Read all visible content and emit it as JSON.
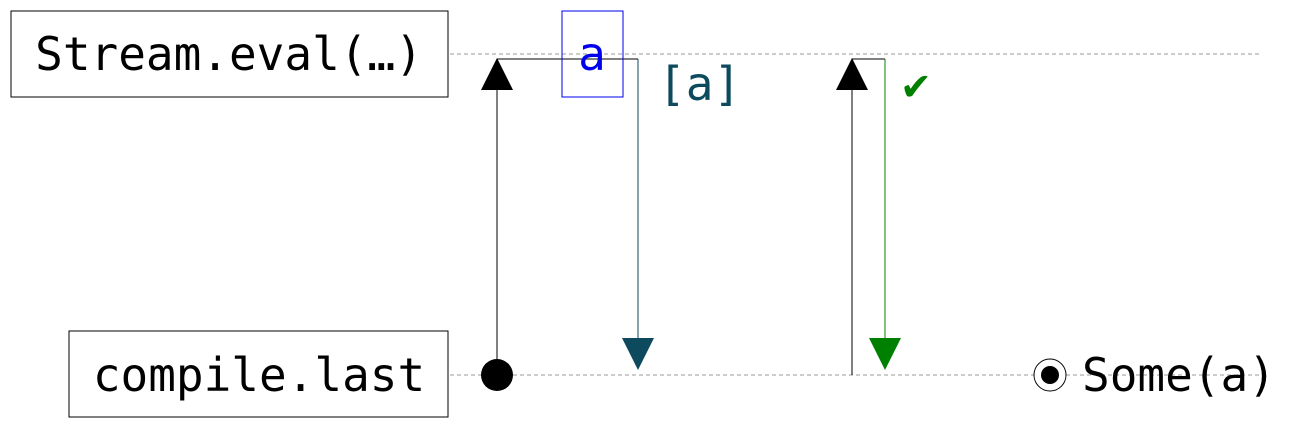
{
  "lanes": {
    "top": {
      "label": "Stream.eval(…)"
    },
    "bottom": {
      "label": "compile.last"
    }
  },
  "events": {
    "emitted_element": {
      "label": "a"
    },
    "chunk_output": {
      "label": "[a]"
    },
    "success_mark": {
      "label": "✔"
    },
    "result": {
      "label": "Some(a)"
    }
  },
  "colors": {
    "stroke": "#000000",
    "lane_guide": "#999999",
    "element": "#0000ee",
    "chunk": "#0d4a5e",
    "success": "#008000"
  }
}
